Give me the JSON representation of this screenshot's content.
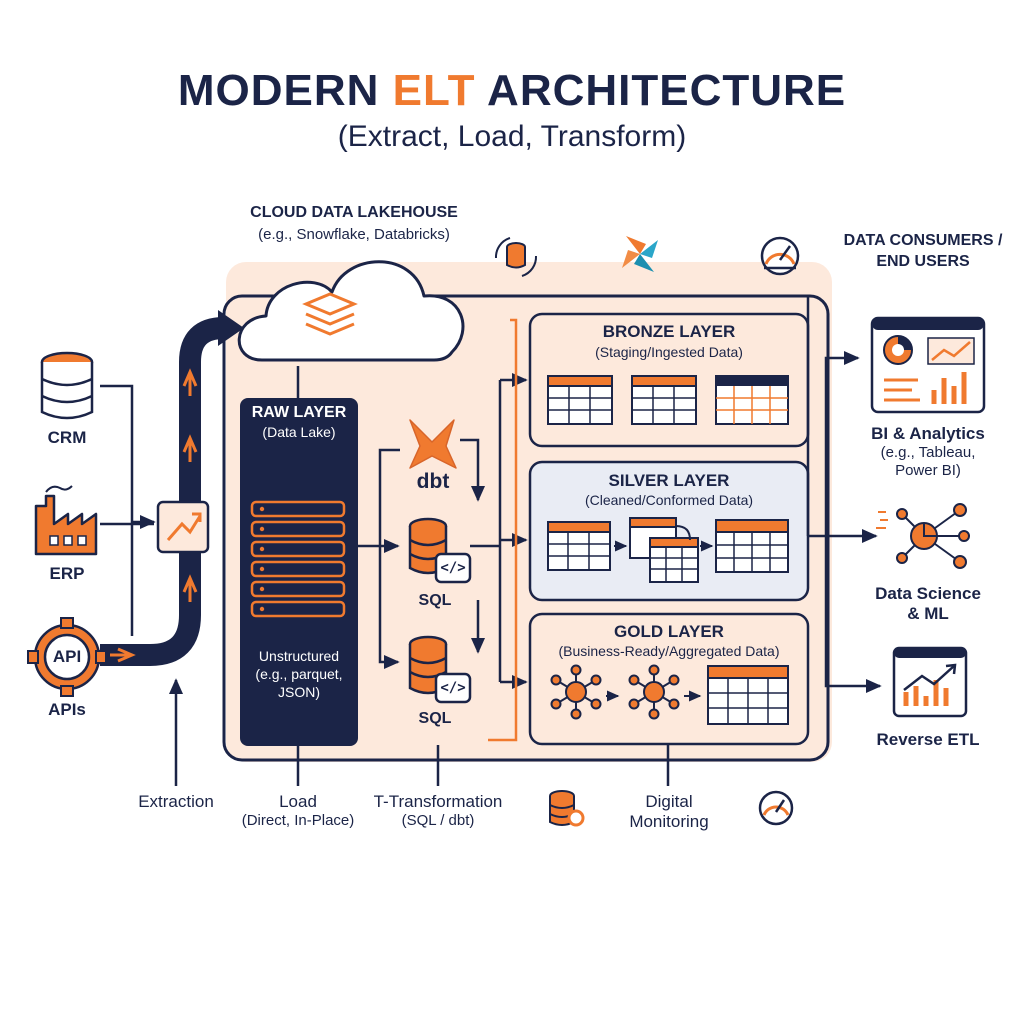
{
  "title": {
    "part1": "MODERN ",
    "accent": "ELT",
    "part2": " ARCHITECTURE",
    "subtitle": "(Extract, Load, Transform)"
  },
  "colors": {
    "navy": "#1b2447",
    "orange": "#f07a2f",
    "peach": "#fde9dc",
    "grey_panel": "#e9ecf4"
  },
  "lakehouse": {
    "title": "CLOUD DATA LAKEHOUSE",
    "subtitle": "(e.g., Snowflake, Databricks)"
  },
  "sources": {
    "crm": "CRM",
    "erp": "ERP",
    "api_badge": "API",
    "apis": "APIs"
  },
  "raw_layer": {
    "title": "RAW LAYER",
    "subtitle": "(Data Lake)",
    "note_1": "Unstructured",
    "note_2": "(e.g., parquet,",
    "note_3": "JSON)"
  },
  "transform_tools": {
    "dbt": "dbt",
    "sql_1": "SQL",
    "sql_2": "SQL",
    "code_glyph": "</>"
  },
  "layers": {
    "bronze": {
      "title": "BRONZE LAYER",
      "subtitle": "(Staging/Ingested Data)"
    },
    "silver": {
      "title": "SILVER LAYER",
      "subtitle": "(Cleaned/Conformed Data)"
    },
    "gold": {
      "title": "GOLD LAYER",
      "subtitle": "(Business-Ready/Aggregated Data)"
    }
  },
  "consumers": {
    "title_1": "DATA CONSUMERS /",
    "title_2": "END USERS",
    "bi_1": "BI & Analytics",
    "bi_2": "(e.g., Tableau,",
    "bi_3": "Power BI)",
    "ds_1": "Data Science",
    "ds_2": "& ML",
    "reverse": "Reverse ETL"
  },
  "stages": {
    "extraction": "Extraction",
    "load_1": "Load",
    "load_2": "(Direct, In-Place)",
    "transform_1": "T-Transformation",
    "transform_2": "(SQL / dbt)",
    "monitor_1": "Digital",
    "monitor_2": "Monitoring"
  }
}
